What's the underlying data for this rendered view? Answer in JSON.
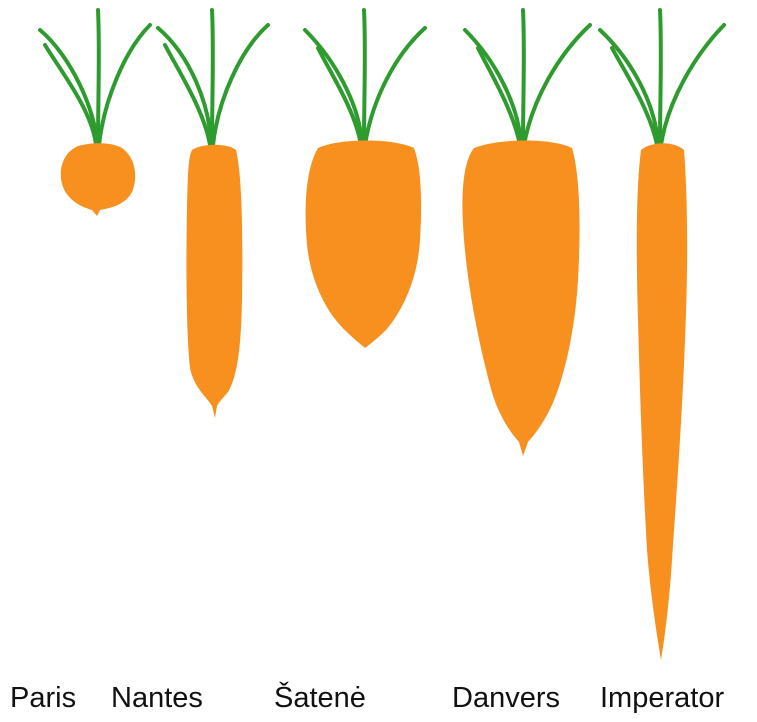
{
  "top_partial_text": "",
  "colors": {
    "carrot": "#f7901e",
    "leaves": "#2e9b2e",
    "text": "#111111",
    "background": "#ffffff"
  },
  "carrots": [
    {
      "id": "paris",
      "label": "Paris",
      "shape": "round"
    },
    {
      "id": "nantes",
      "label": "Nantes",
      "shape": "cylindrical"
    },
    {
      "id": "satene",
      "label": "Šatenė",
      "shape": "short-conical"
    },
    {
      "id": "danvers",
      "label": "Danvers",
      "shape": "conical"
    },
    {
      "id": "imperator",
      "label": "Imperator",
      "shape": "long-tapered"
    }
  ]
}
